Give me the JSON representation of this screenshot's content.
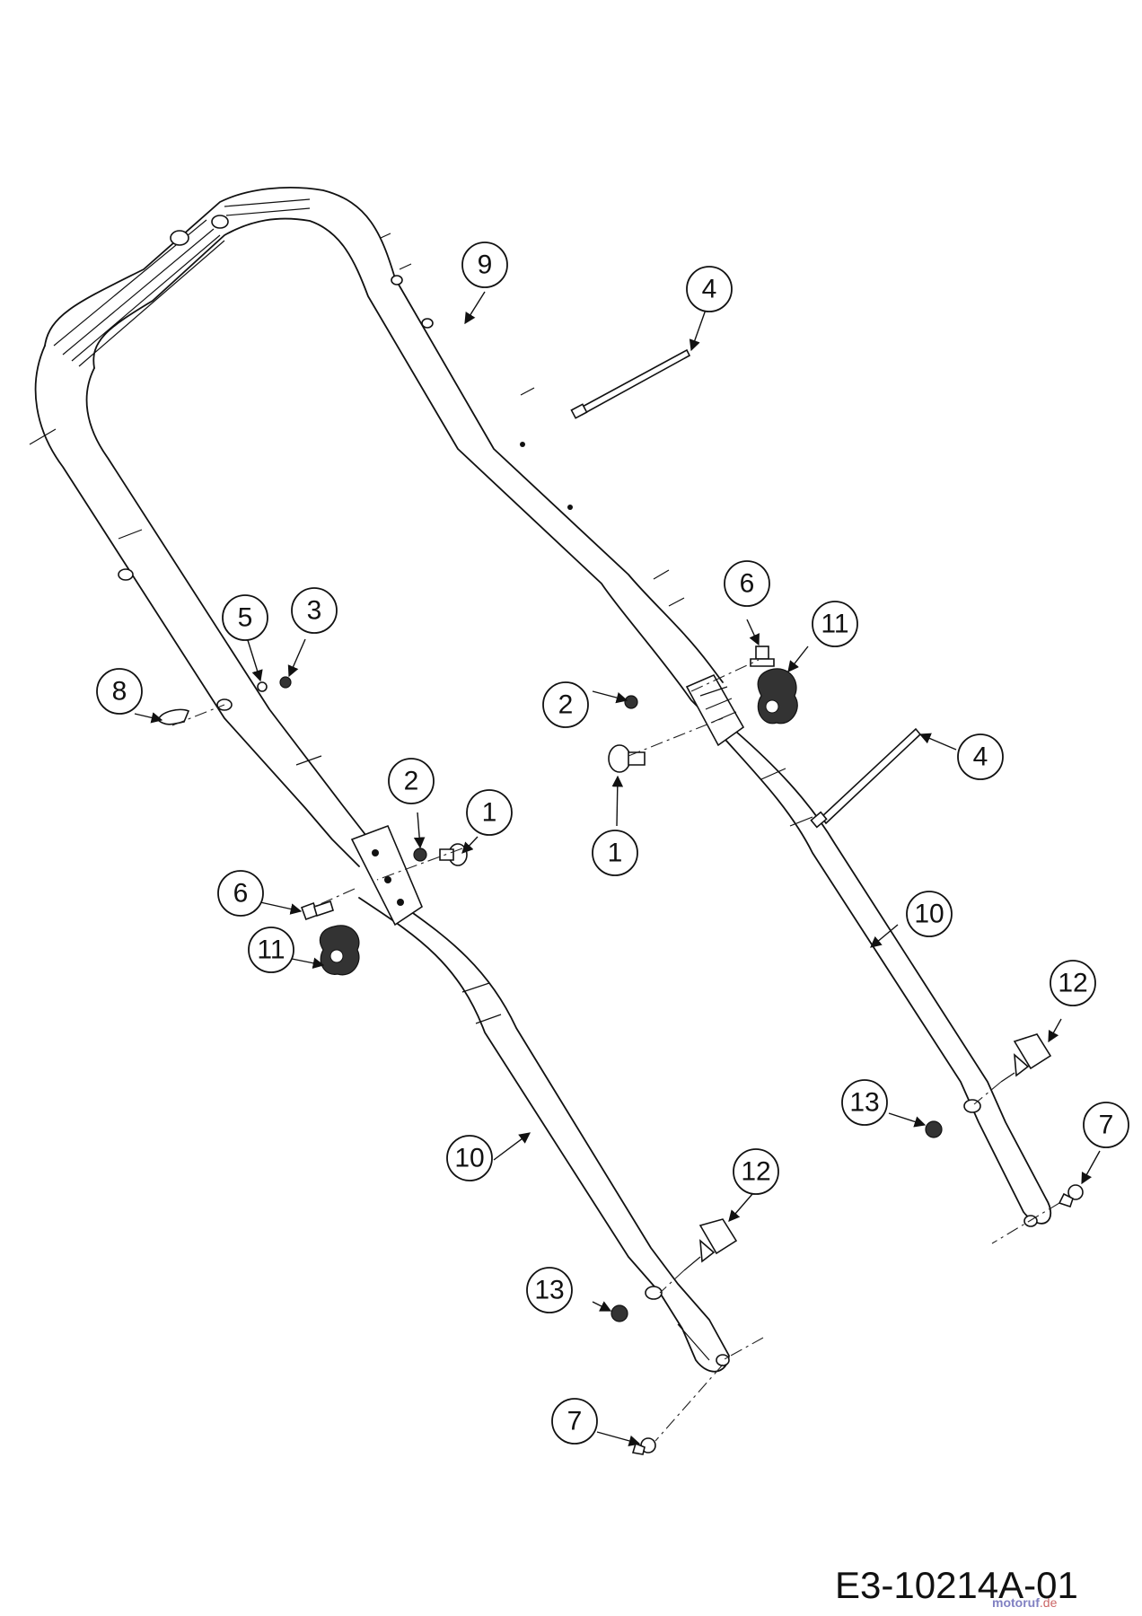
{
  "diagram": {
    "part_labels": {
      "n1": "1",
      "n2": "2",
      "n3": "3",
      "n4": "4",
      "n5": "5",
      "n6": "6",
      "n7": "7",
      "n8": "8",
      "n9": "9",
      "n10": "10",
      "n11": "11",
      "n12": "12",
      "n13": "13"
    },
    "drawing_code": "E3-10214A-01",
    "watermark": {
      "main": "motoruf",
      "suffix": ".de",
      "color_primary": "#6b6bb8",
      "color_secondary": "#c24b4b"
    },
    "line_color": "#111111",
    "background": "#ffffff"
  }
}
